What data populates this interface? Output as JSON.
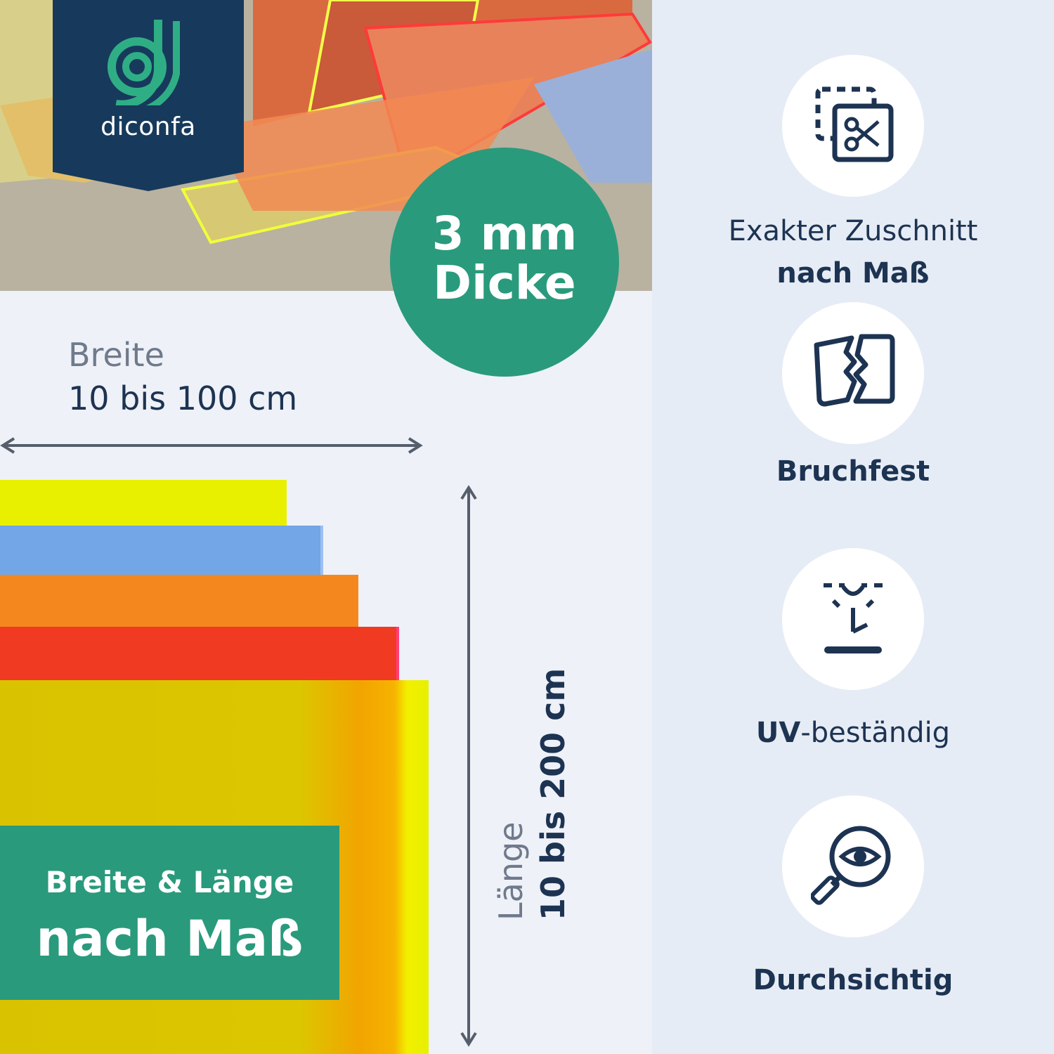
{
  "brand": {
    "name": "diconfa"
  },
  "badge": {
    "line1": "3 mm",
    "line2": "Dicke"
  },
  "width_spec": {
    "label": "Breite",
    "value": "10 bis 100 cm"
  },
  "length_spec": {
    "label": "Länge",
    "value": "10 bis 200 cm"
  },
  "custom_box": {
    "line1": "Breite & Länge",
    "line2": "nach Maß"
  },
  "features": [
    {
      "icon": "scissors-cut-icon",
      "line1": "Exakter Zuschnitt",
      "line2": "nach Maß"
    },
    {
      "icon": "broken-sheet-icon",
      "label": "Bruchfest"
    },
    {
      "icon": "uv-light-icon",
      "label_bold": "UV",
      "label_rest": "-beständig"
    },
    {
      "icon": "magnifier-eye-icon",
      "label": "Durchsichtig"
    }
  ],
  "colors": {
    "navy": "#173a5c",
    "teal": "#2a9a7c",
    "text_dark": "#1d3352",
    "text_gray": "#6f7a8c",
    "sheet_yellow": "#e4dc00",
    "sheet_blue": "#6aa0e0",
    "sheet_orange": "#f4821e",
    "sheet_red": "#ee3322"
  }
}
